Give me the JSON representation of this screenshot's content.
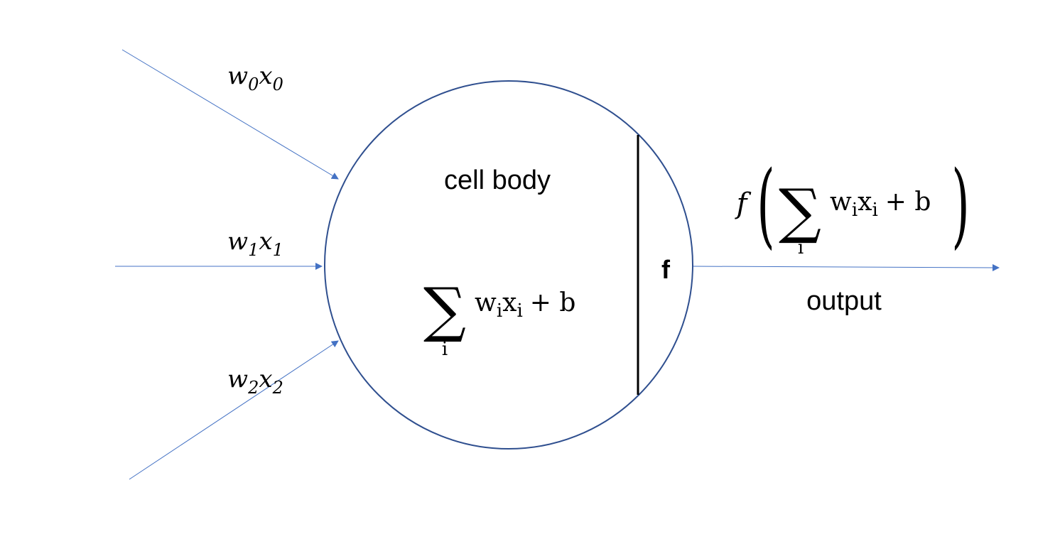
{
  "inputs": [
    {
      "weight_symbol": "w",
      "input_symbol": "x",
      "index": "0"
    },
    {
      "weight_symbol": "w",
      "input_symbol": "x",
      "index": "1"
    },
    {
      "weight_symbol": "w",
      "input_symbol": "x",
      "index": "2"
    }
  ],
  "cell": {
    "label": "cell body",
    "sum_symbol": "∑",
    "sum_index": "i",
    "term_w": "w",
    "term_x": "x",
    "term_sub": "i",
    "plus_b": "+ b"
  },
  "activation": {
    "label": "f"
  },
  "output": {
    "func_symbol": "f",
    "open_paren": "(",
    "close_paren": ")",
    "sum_symbol": "∑",
    "sum_index": "i",
    "term_w": "w",
    "term_x": "x",
    "term_sub": "i",
    "plus_b": "+ b",
    "label": "output"
  },
  "colors": {
    "arrow": "#4472C4",
    "circle": "#2F4F8F",
    "divider": "#000000",
    "text": "#000000"
  }
}
